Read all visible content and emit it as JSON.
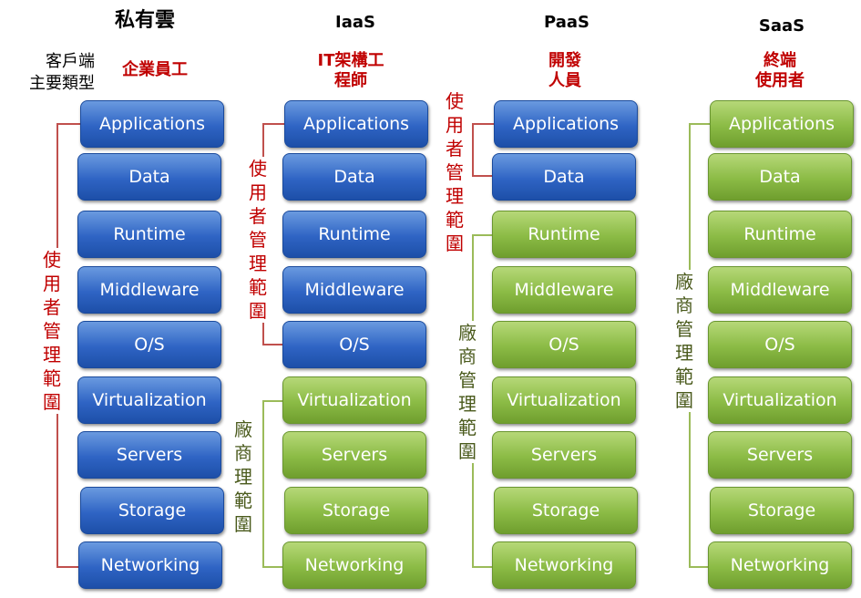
{
  "client_label": "客戶端\n主要類型",
  "columns": [
    {
      "title": "私有雲",
      "subtitle": "企業員工"
    },
    {
      "title": "IaaS",
      "subtitle": "IT架構工\n程師"
    },
    {
      "title": "PaaS",
      "subtitle": "開發\n人員"
    },
    {
      "title": "SaaS",
      "subtitle": "終端\n使用者"
    }
  ],
  "layers": [
    "Applications",
    "Data",
    "Runtime",
    "Middleware",
    "O/S",
    "Virtualization",
    "Servers",
    "Storage",
    "Networking"
  ],
  "labels": {
    "user_managed": "使用者管理範圍",
    "vendor_managed_iaas": "廠商理範圍",
    "vendor_managed": "廠商管理範圍"
  },
  "colors": {
    "user_managed": "#2f64c4",
    "vendor_managed": "#8bbb45",
    "label_red": "#c00000",
    "label_olive": "#4a5a1c"
  }
}
